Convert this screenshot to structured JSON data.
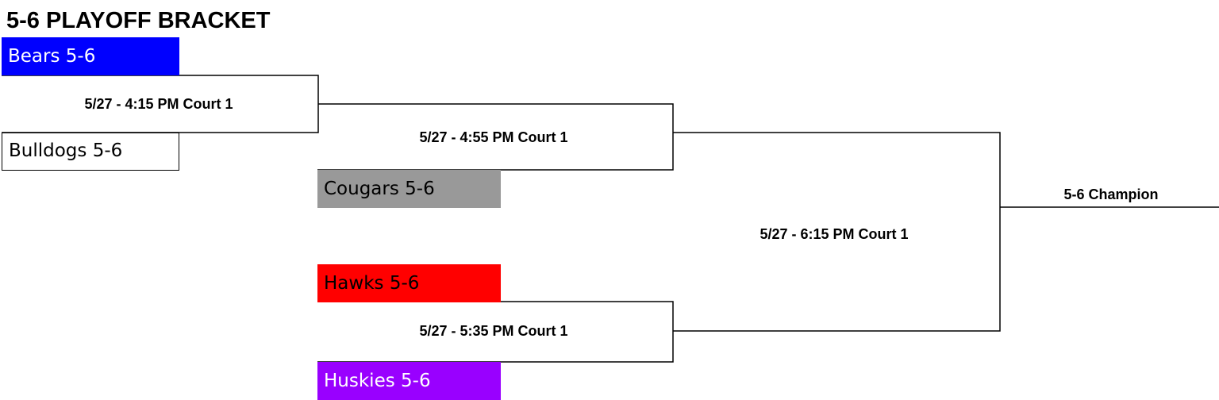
{
  "title": "5-6 PLAYOFF BRACKET",
  "teams": [
    {
      "label": "Bears 5-6",
      "fill": "#0000ff",
      "text_color": "#ffffff"
    },
    {
      "label": "Bulldogs 5-6",
      "fill": "#ffffff",
      "text_color": "#000000"
    },
    {
      "label": "Cougars 5-6",
      "fill": "#999999",
      "text_color": "#000000"
    },
    {
      "label": "Hawks 5-6",
      "fill": "#ff0000",
      "text_color": "#000000"
    },
    {
      "label": "Huskies 5-6",
      "fill": "#9900ff",
      "text_color": "#ffffff"
    }
  ],
  "games": [
    {
      "label": "5/27 - 4:15 PM Court 1"
    },
    {
      "label": "5/27 - 4:55 PM Court 1"
    },
    {
      "label": "5/27 - 5:35 PM Court 1"
    },
    {
      "label": "5/27 - 6:15 PM Court 1"
    }
  ],
  "champion_label": "5-6 Champion"
}
